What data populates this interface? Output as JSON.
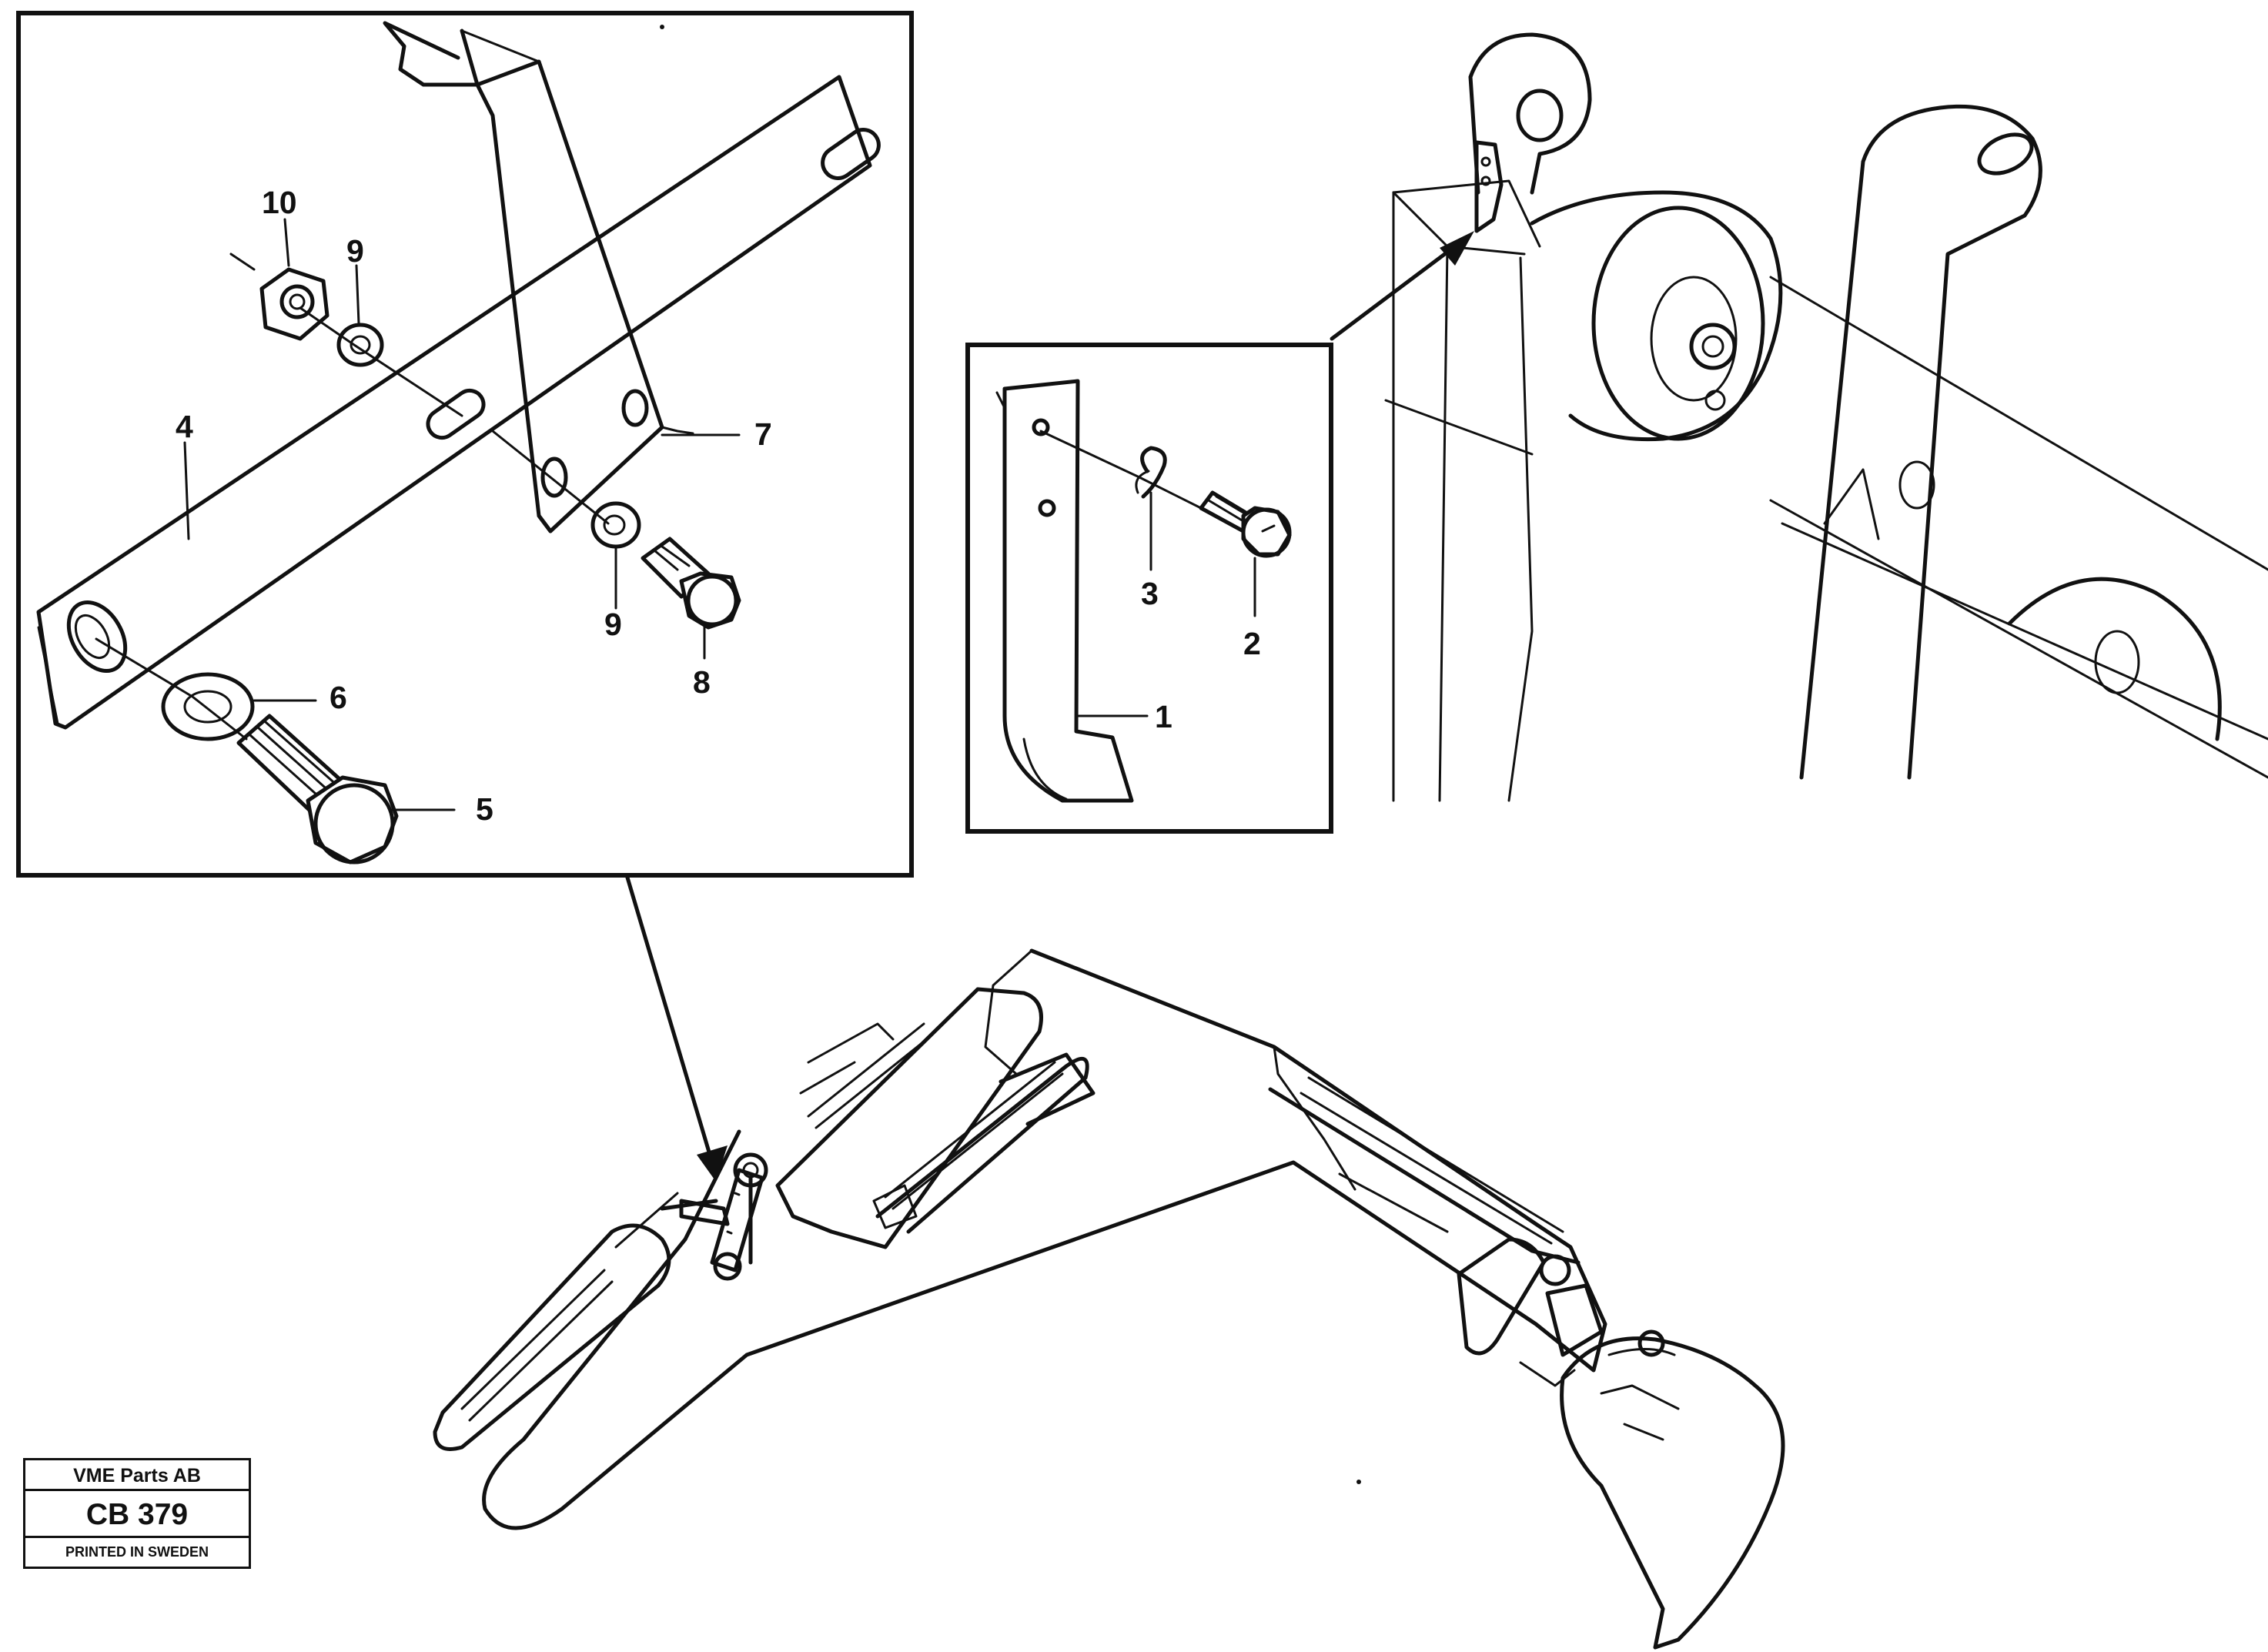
{
  "callouts": {
    "inset_left": [
      "10",
      "9",
      "4",
      "7",
      "9",
      "8",
      "6",
      "5"
    ],
    "inset_right": [
      "3",
      "2",
      "1"
    ]
  },
  "stamp": {
    "company": "VME Parts AB",
    "code": "CB 379",
    "printed": "PRINTED IN SWEDEN"
  }
}
